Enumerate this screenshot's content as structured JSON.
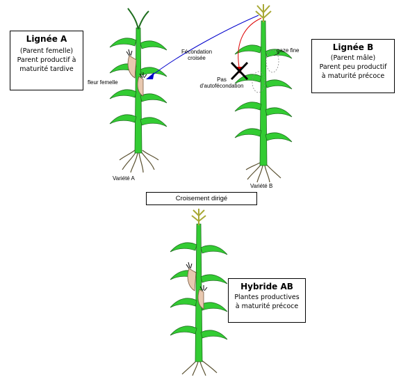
{
  "line_a": {
    "title": "Lignée A",
    "role": "(Parent femelle)",
    "desc1": "Parent productif à",
    "desc2": "maturité tardive"
  },
  "line_b": {
    "title": "Lignée B",
    "role": "(Parent mâle)",
    "desc1": "Parent peu productif",
    "desc2": "à maturité précoce"
  },
  "hybrid": {
    "title": "Hybride AB",
    "desc1": "Plantes productives",
    "desc2": "à maturité précoce"
  },
  "labels": {
    "cross_fert_1": "Fécondation",
    "cross_fert_2": "croisée",
    "female_flower": "fleur femelle",
    "no_self_1": "Pas",
    "no_self_2": "d'autofécondation",
    "fine_gauze": "gaze fine",
    "variety_a": "Variété A",
    "variety_b": "Variété B",
    "directed_cross": "Croisement dirigé"
  },
  "colors": {
    "stem": "#33cc33",
    "stem_outline": "#1f6e1f",
    "tassel": "#a8a835",
    "ear": "#e8c8b0",
    "roots": "#5a5030",
    "arrow_blue": "#0000cc",
    "arrow_red": "#dd0000",
    "cross_mark": "#000000"
  }
}
